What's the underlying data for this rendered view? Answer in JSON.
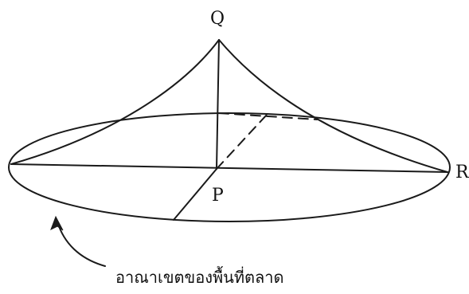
{
  "diagram": {
    "apex_label": "Q",
    "center_label": "P",
    "rim_label": "R",
    "caption": "อาณาเขตของพื้นที่ตลาด"
  },
  "colors": {
    "ink": "#1a1a1a",
    "background": "#ffffff"
  }
}
